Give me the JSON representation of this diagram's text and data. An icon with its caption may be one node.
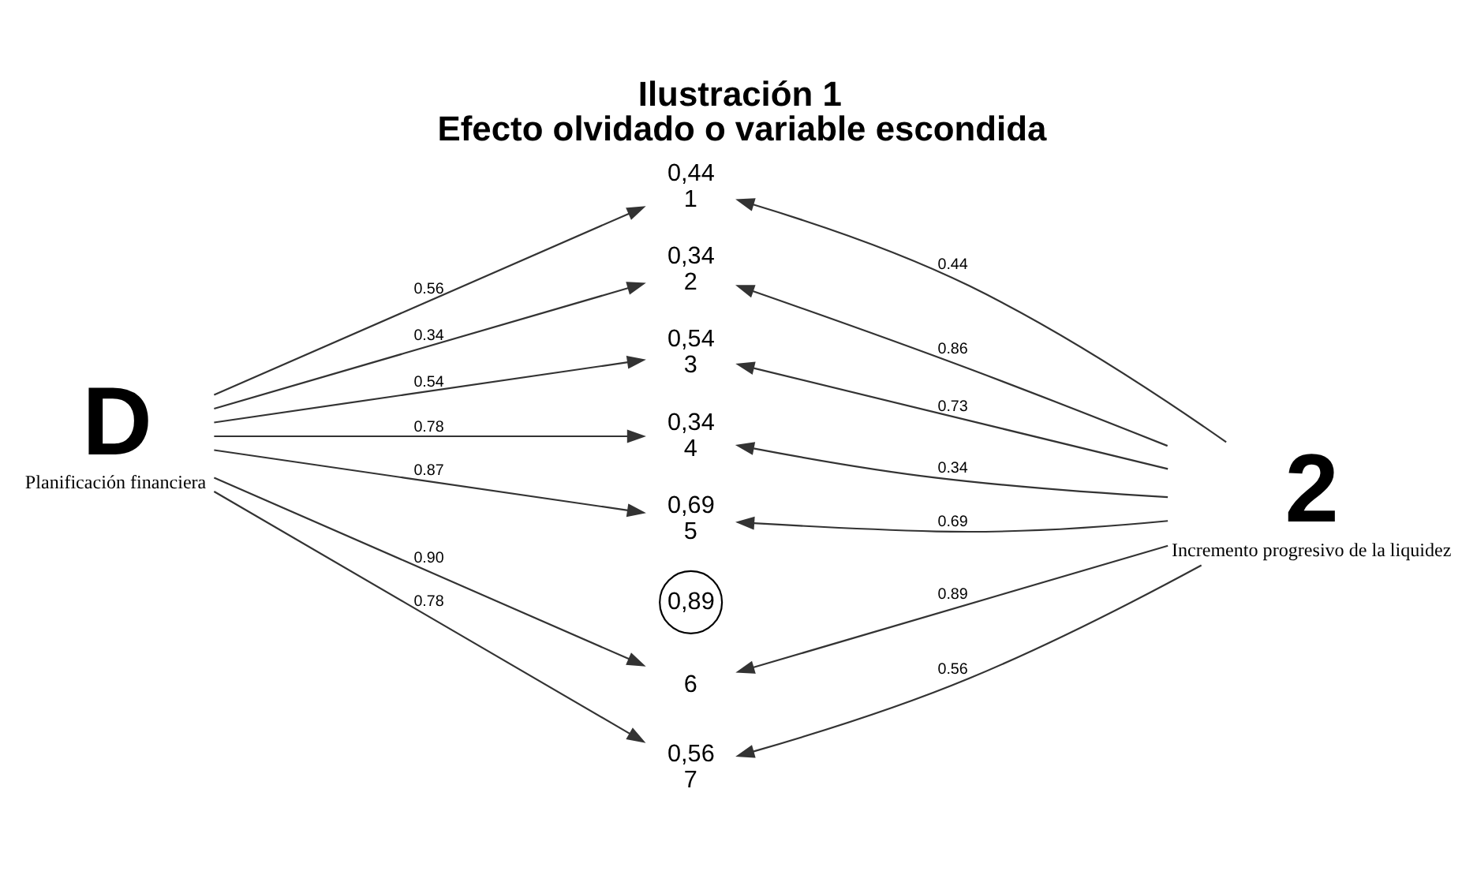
{
  "diagram": {
    "title": "Ilustración 1",
    "caption": "Efecto olvidado o variable escondida",
    "nodes": [
      {
        "text": [
          "D"
        ],
        "beside": [
          "Planificación financiera"
        ]
      },
      {
        "text": [
          "1"
        ],
        "beside": [
          "0,44"
        ]
      },
      {
        "text": [
          "2"
        ],
        "beside": [
          "0,34"
        ]
      },
      {
        "text": [
          "3"
        ],
        "beside": [
          "0,54"
        ]
      },
      {
        "text": [
          "4"
        ],
        "beside": [
          "0,34"
        ]
      },
      {
        "text": [
          "5"
        ],
        "beside": [
          "0,69"
        ]
      },
      {
        "text": [
          "0,89"
        ]
      },
      {
        "text": [
          "6"
        ]
      },
      {
        "text": [
          "7"
        ],
        "beside": [
          "0,56"
        ]
      },
      {
        "text": [
          "2"
        ],
        "beside": [
          "Incremento progresivo de la liquidez"
        ]
      }
    ],
    "edges": [
      {
        "from": 0,
        "to": 1,
        "arrow": "to",
        "label": "0.56"
      },
      {
        "from": 0,
        "to": 2,
        "arrow": "to",
        "label": "0.34"
      },
      {
        "from": 0,
        "to": 3,
        "arrow": "to",
        "label": "0.54"
      },
      {
        "from": 0,
        "to": 4,
        "arrow": "to",
        "label": "0.78"
      },
      {
        "from": 0,
        "to": 5,
        "arrow": "to",
        "label": "0.87"
      },
      {
        "from": 0,
        "to": 7,
        "arrow": "to",
        "label": "0.90"
      },
      {
        "from": 0,
        "to": 8,
        "arrow": "to",
        "label": "0.78"
      },
      {
        "from": 9,
        "to": 1,
        "arrow": "to",
        "label": "0.44"
      },
      {
        "from": 9,
        "to": 2,
        "arrow": "to",
        "label": "0.86"
      },
      {
        "from": 9,
        "to": 3,
        "arrow": "to",
        "label": "0.73"
      },
      {
        "from": 9,
        "to": 4,
        "arrow": "to",
        "label": "0.34"
      },
      {
        "from": 9,
        "to": 5,
        "arrow": "to",
        "label": "0.69"
      },
      {
        "from": 9,
        "to": 7,
        "arrow": "to",
        "label": "0.89"
      },
      {
        "from": 9,
        "to": 8,
        "arrow": "to",
        "label": "0.56"
      }
    ]
  }
}
